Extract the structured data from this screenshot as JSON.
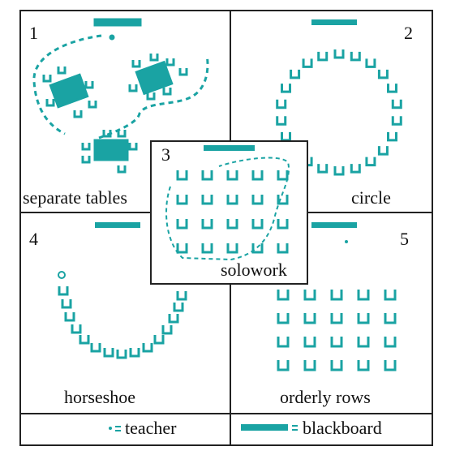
{
  "accent_color": "#1aa3a3",
  "panels": [
    {
      "number": "1",
      "caption": "separate tables"
    },
    {
      "number": "2",
      "caption": "circle"
    },
    {
      "number": "3",
      "caption": "solowork"
    },
    {
      "number": "4",
      "caption": "horseshoe"
    },
    {
      "number": "5",
      "caption": "orderly rows"
    }
  ],
  "legend": {
    "teacher_label": "teacher",
    "blackboard_label": "blackboard",
    "equals": "="
  }
}
